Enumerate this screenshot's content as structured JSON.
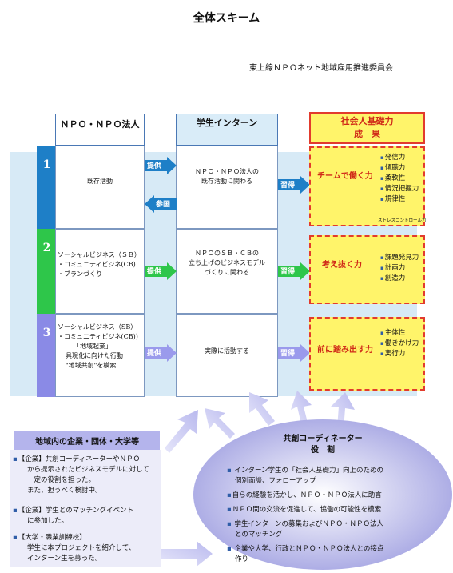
{
  "title": "全体スキーム",
  "organization": "東上線ＮＰＯネット地域雇用推進委員会",
  "headers": {
    "npo": "ＮＰＯ・ＮＰＯ法人",
    "intern": "学生インターン",
    "skill_line1": "社会人基礎力",
    "skill_line2": "成　果"
  },
  "rows": [
    {
      "number": "1",
      "stripe_color": "#1e7fc7",
      "npo_text": [
        "既存活動"
      ],
      "intern_text": [
        "ＮＰＯ・ＮＰＯ法人の",
        "既存活動に関わる"
      ],
      "arrow_right": "提供",
      "arrow_left": "参画",
      "arrow_acquire": "習得",
      "outcome_label": "チームで働く力",
      "skills": [
        "発信力",
        "傾聴力",
        "柔軟性",
        "情況把握力",
        "規律性",
        "ストレスコントロール力"
      ]
    },
    {
      "number": "2",
      "stripe_color": "#2ec64a",
      "npo_text": [
        "ソーシャルビジネス（ＳＢ）",
        "・コミュニティビジネ(CB)",
        "・ブランづくり"
      ],
      "intern_text": [
        "ＮＰＯのＳＢ・ＣＢの",
        "立ち上げのビジネスモデル",
        "づくりに関わる"
      ],
      "arrow_right": "提供",
      "arrow_acquire": "習得",
      "outcome_label": "考え抜く力",
      "skills": [
        "課題発見力",
        "計画力",
        "創造力"
      ]
    },
    {
      "number": "3",
      "stripe_color": "#8a8ae6",
      "npo_text": [
        "ソーシャルビジネス（SB）",
        "・コミュニティビジネ(CB))",
        "「地域起業」",
        "具現化に向けた行動",
        "\"地域共創\"を模索"
      ],
      "intern_text": [
        "実際に活動する"
      ],
      "arrow_right": "提供",
      "arrow_acquire": "習得",
      "outcome_label": "前に踏み出す力",
      "skills": [
        "主体性",
        "働きかけ力",
        "実行力"
      ]
    }
  ],
  "left": {
    "heading": "地域内の企業・団体・大学等",
    "item1": {
      "line1": "【企業】共創コーディネーターやＮＰＯ",
      "lines": [
        "から提示されたビジネスモデルに対して",
        "一定の役割を担った。",
        "また、担うべく検討中。"
      ]
    },
    "item2": {
      "line1": "【企業】学生とのマッチングイベント",
      "lines": [
        "に参加した。"
      ]
    },
    "item3": {
      "line1": "【大学・職業訓練校】",
      "lines": [
        "学生に本プロジェクトを紹介して、",
        "インターン生を募った。"
      ]
    }
  },
  "coordinator": {
    "title_line1": "共創コーディネーター",
    "title_line2": "役　割",
    "items": [
      [
        "インターン学生の「社会人基礎力」向上のための",
        "個別面談、フォローアップ"
      ],
      [
        "自らの経験を活かし、ＮＰＯ・ＮＰＯ法人に助言"
      ],
      [
        "ＮＰＯ間の交流を促進して、協働の可能性を模索"
      ],
      [
        "学生インターンの募集およびＮＰＯ・ＮＰＯ法人",
        "とのマッチング"
      ],
      [
        "企業や大学、行政とＮＰＯ・ＮＰＯ法人との接点",
        "作り"
      ]
    ]
  }
}
